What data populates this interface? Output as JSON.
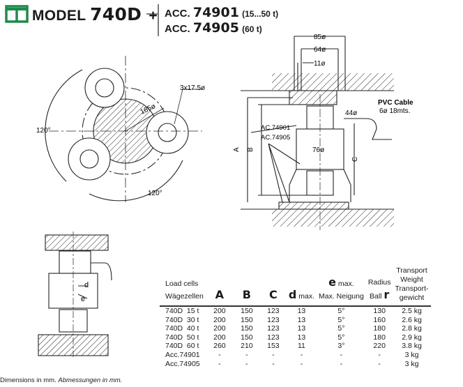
{
  "header": {
    "model_prefix": "MODEL",
    "model_number": "740D",
    "plus": "+",
    "acc1_prefix": "ACC.",
    "acc1_number": "74901",
    "acc1_range": "(15...50 t)",
    "acc2_prefix": "ACC.",
    "acc2_number": "74905",
    "acc2_range": "(60 t)",
    "brand_color": "#1f8a4c"
  },
  "plan_view": {
    "holes_label": "3x17.5ø",
    "circle_label": "165ø",
    "angle1": "120°",
    "angle2": "120°"
  },
  "section_view": {
    "dim_85": "85ø",
    "dim_64": "64ø",
    "dim_11": "11ø",
    "dim_44": "44ø",
    "dim_76": "76ø",
    "cable_line1": "PVC Cable",
    "cable_line2": "6ø 18mts.",
    "acc_label1": "AC.74901",
    "acc_label2": "AC.74905",
    "dim_A": "A",
    "dim_B": "B",
    "dim_C": "C"
  },
  "detail_view": {
    "label_d": "d",
    "label_e": "e"
  },
  "table": {
    "headers": {
      "load_cells_en": "Load cells",
      "load_cells_de": "Wägezellen",
      "A": "A",
      "B": "B",
      "C": "C",
      "d": "d",
      "d_suffix": "max.",
      "e": "e",
      "e_suffix": "max.",
      "e_de": "Max. Neigung",
      "radius": "Radius",
      "ball": "Ball",
      "r": "r",
      "weight_1": "Transport",
      "weight_2": "Weight",
      "weight_3": "Transport-",
      "weight_4": "gewicht"
    },
    "rows": [
      [
        "740D  15 t",
        "200",
        "150",
        "123",
        "13",
        "5°",
        "130",
        "2.5 kg"
      ],
      [
        "740D  30 t",
        "200",
        "150",
        "123",
        "13",
        "5°",
        "160",
        "2.6 kg"
      ],
      [
        "740D  40 t",
        "200",
        "150",
        "123",
        "13",
        "5°",
        "180",
        "2.8 kg"
      ],
      [
        "740D  50 t",
        "200",
        "150",
        "123",
        "13",
        "5°",
        "180",
        "2.9 kg"
      ],
      [
        "740D  60 t",
        "260",
        "210",
        "153",
        "11",
        "3°",
        "220",
        "3.8 kg"
      ],
      [
        "Acc.74901",
        "-",
        "-",
        "-",
        "-",
        "-",
        "-",
        "3 kg"
      ],
      [
        "Acc.74905",
        "-",
        "-",
        "-",
        "-",
        "-",
        "-",
        "3 kg"
      ]
    ]
  },
  "footnote": {
    "en": "Dimensions in mm.",
    "de": "Abmessungen in mm."
  }
}
